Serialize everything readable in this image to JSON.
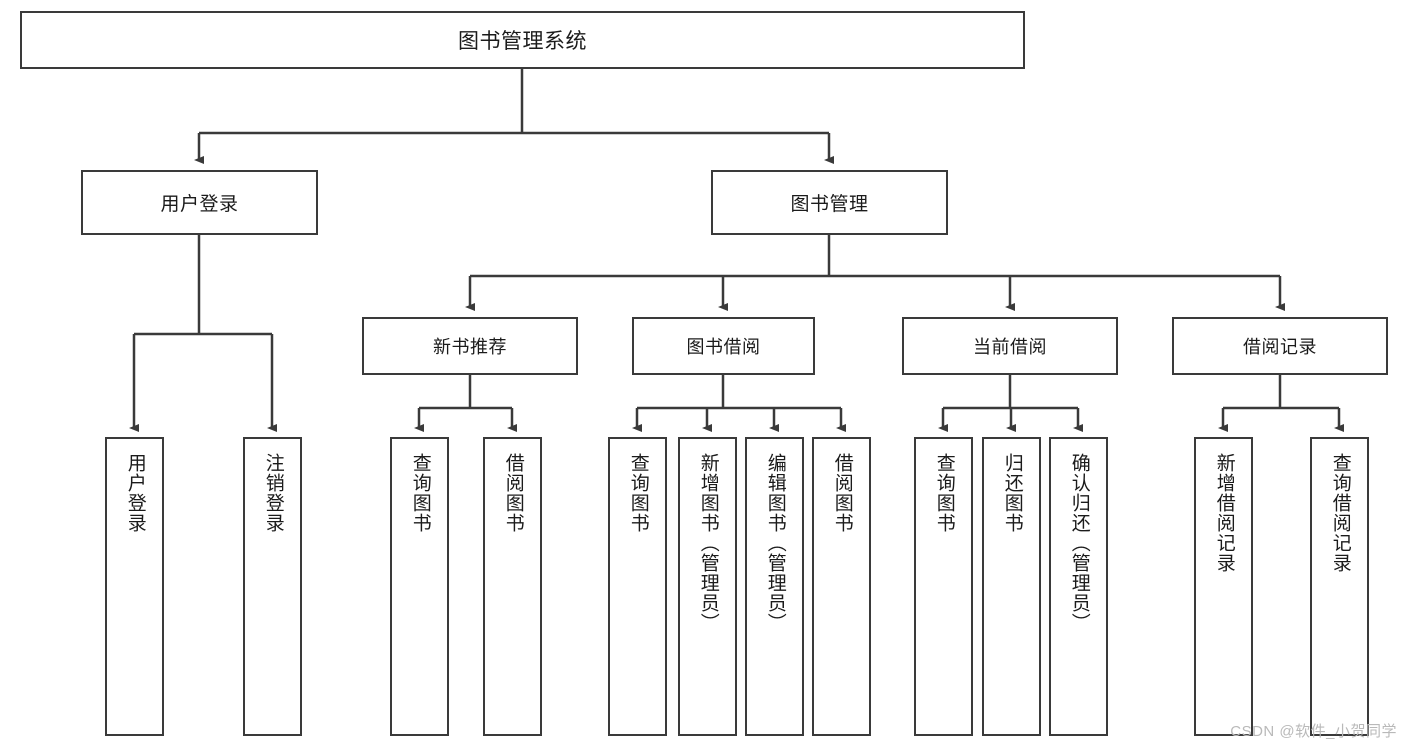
{
  "diagram": {
    "title": "图书管理系统",
    "type": "tree",
    "watermark": "CSDN @软件_小贺同学",
    "colors": {
      "box_border": "#3a3a3a",
      "box_fill": "#ffffff",
      "connector": "#3a3a3a",
      "text": "#1b1b1b",
      "watermark": "#b9b9b9"
    },
    "root": {
      "label": "图书管理系统"
    },
    "level2": [
      {
        "label": "用户登录"
      },
      {
        "label": "图书管理"
      }
    ],
    "level3": [
      {
        "label": "新书推荐"
      },
      {
        "label": "图书借阅"
      },
      {
        "label": "当前借阅"
      },
      {
        "label": "借阅记录"
      }
    ],
    "leaves": {
      "user_login": [
        {
          "label": "用户登录"
        },
        {
          "label": "注销登录"
        }
      ],
      "new_book": [
        {
          "label": "查询图书"
        },
        {
          "label": "借阅图书"
        }
      ],
      "book_borrow": [
        {
          "label": "查询图书"
        },
        {
          "label": "新增图书（管理员）"
        },
        {
          "label": "编辑图书（管理员）"
        },
        {
          "label": "借阅图书"
        }
      ],
      "current_borrow": [
        {
          "label": "查询图书"
        },
        {
          "label": "归还图书"
        },
        {
          "label": "确认归还（管理员）"
        }
      ],
      "borrow_record": [
        {
          "label": "新增借阅记录"
        },
        {
          "label": "查询借阅记录"
        }
      ]
    }
  }
}
